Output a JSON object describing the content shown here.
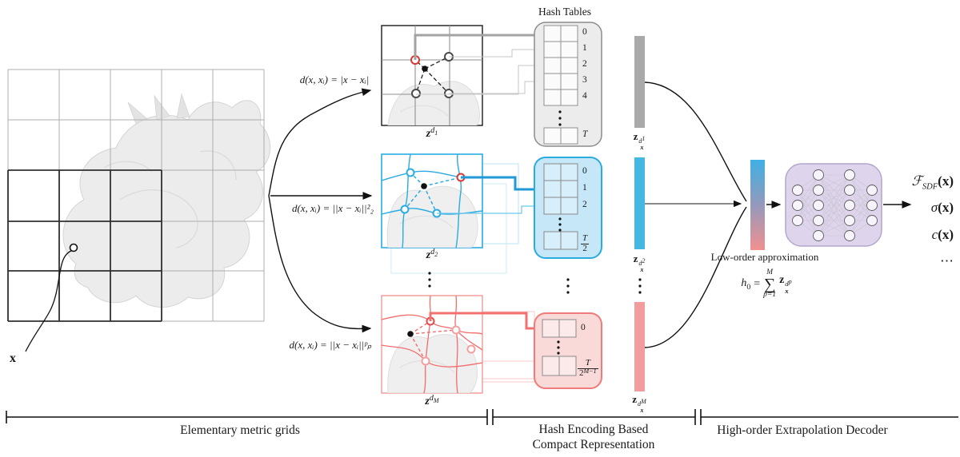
{
  "header": {
    "hash_tables_title": "Hash Tables"
  },
  "left": {
    "x_label": "x"
  },
  "panels": [
    {
      "formula": "d(x, xᵢ) = |x − xᵢ|",
      "z_base": "z",
      "z_sup": "d",
      "z_supsub": "1"
    },
    {
      "formula": "d(x, xᵢ) = ||x − xᵢ||²₂",
      "z_base": "z",
      "z_sup": "d",
      "z_supsub": "2"
    },
    {
      "formula": "d(x, xᵢ) = ||x − xᵢ||ᵖₚ",
      "z_base": "z",
      "z_sup": "d",
      "z_supsub": "M"
    }
  ],
  "hash_tables": [
    {
      "rows": [
        "0",
        "1",
        "2",
        "3",
        "4"
      ],
      "last": "T"
    },
    {
      "rows": [
        "0",
        "1",
        "2"
      ],
      "last_num": "T",
      "last_den_base": "2",
      "last_den_sup": ""
    },
    {
      "rows": [
        "0"
      ],
      "last_num": "T",
      "last_den_base": "2",
      "last_den_sup": "M−1"
    }
  ],
  "bars": [
    {
      "base": "z",
      "sub": "x",
      "sup": "d",
      "supsub": "1"
    },
    {
      "base": "z",
      "sub": "x",
      "sup": "d",
      "supsub": "2"
    },
    {
      "base": "z",
      "sub": "x",
      "sup": "d",
      "supsub": "M"
    }
  ],
  "decoder": {
    "low_order_label": "Low-order approximation",
    "h0": {
      "h": "h",
      "h_sub": "0",
      "eq": "=",
      "sum_top": "M",
      "sum_sym": "∑",
      "sum_bot": "p=1",
      "z_base": "z",
      "z_sub": "x",
      "z_sup": "d",
      "z_supsub": "p"
    },
    "outputs": [
      {
        "base": "ℱ",
        "sub": "SDF",
        "arg": "(x)"
      },
      {
        "base": "σ",
        "sub": "",
        "arg": "(x)"
      },
      {
        "base": "c",
        "sub": "",
        "arg": "(x)"
      },
      {
        "base": "⋯",
        "sub": "",
        "arg": ""
      }
    ]
  },
  "mlp": {
    "layers": [
      3,
      5,
      5,
      3
    ]
  },
  "sections": [
    {
      "line1": "Elementary metric grids",
      "line2": ""
    },
    {
      "line1": "Hash Encoding Based",
      "line2": "Compact Representation"
    },
    {
      "line1": "High-order Extrapolation Decoder",
      "line2": ""
    }
  ],
  "colors": {
    "grid_dark": "#2f2f2f",
    "level1_gray": "#a9a9a9",
    "level2_blue": "#2aabe2",
    "levelM_red": "#f09494",
    "highlight_red": "#d93636",
    "mlp_purple": "#ded5ec",
    "gradient_top": "#3fb0e4",
    "gradient_bottom": "#f19090"
  }
}
